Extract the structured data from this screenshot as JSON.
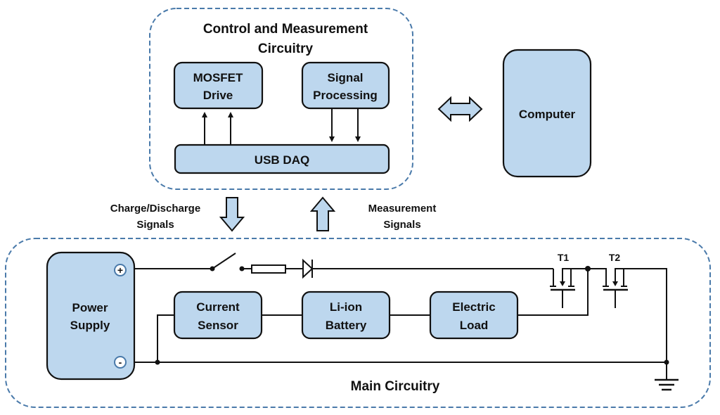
{
  "control_group": {
    "title_line1": "Control and Measurement",
    "title_line2": "Circuitry",
    "mosfet_drive": {
      "line1": "MOSFET",
      "line2": "Drive"
    },
    "signal_processing": {
      "line1": "Signal",
      "line2": "Processing"
    },
    "usb_daq": "USB DAQ"
  },
  "computer": "Computer",
  "signals": {
    "charge_discharge": {
      "line1": "Charge/Discharge",
      "line2": "Signals"
    },
    "measurement": {
      "line1": "Measurement",
      "line2": "Signals"
    }
  },
  "main_group": {
    "title": "Main Circuitry",
    "power_supply": {
      "line1": "Power",
      "line2": "Supply",
      "plus": "+",
      "minus": "-"
    },
    "current_sensor": {
      "line1": "Current",
      "line2": "Sensor"
    },
    "battery": {
      "line1": "Li-ion",
      "line2": "Battery"
    },
    "electric_load": {
      "line1": "Electric",
      "line2": "Load"
    },
    "transistor_1": "T1",
    "transistor_2": "T2"
  },
  "colors": {
    "block_fill": "#bdd7ee",
    "group_border": "#4a7aaa",
    "line": "#111111"
  }
}
